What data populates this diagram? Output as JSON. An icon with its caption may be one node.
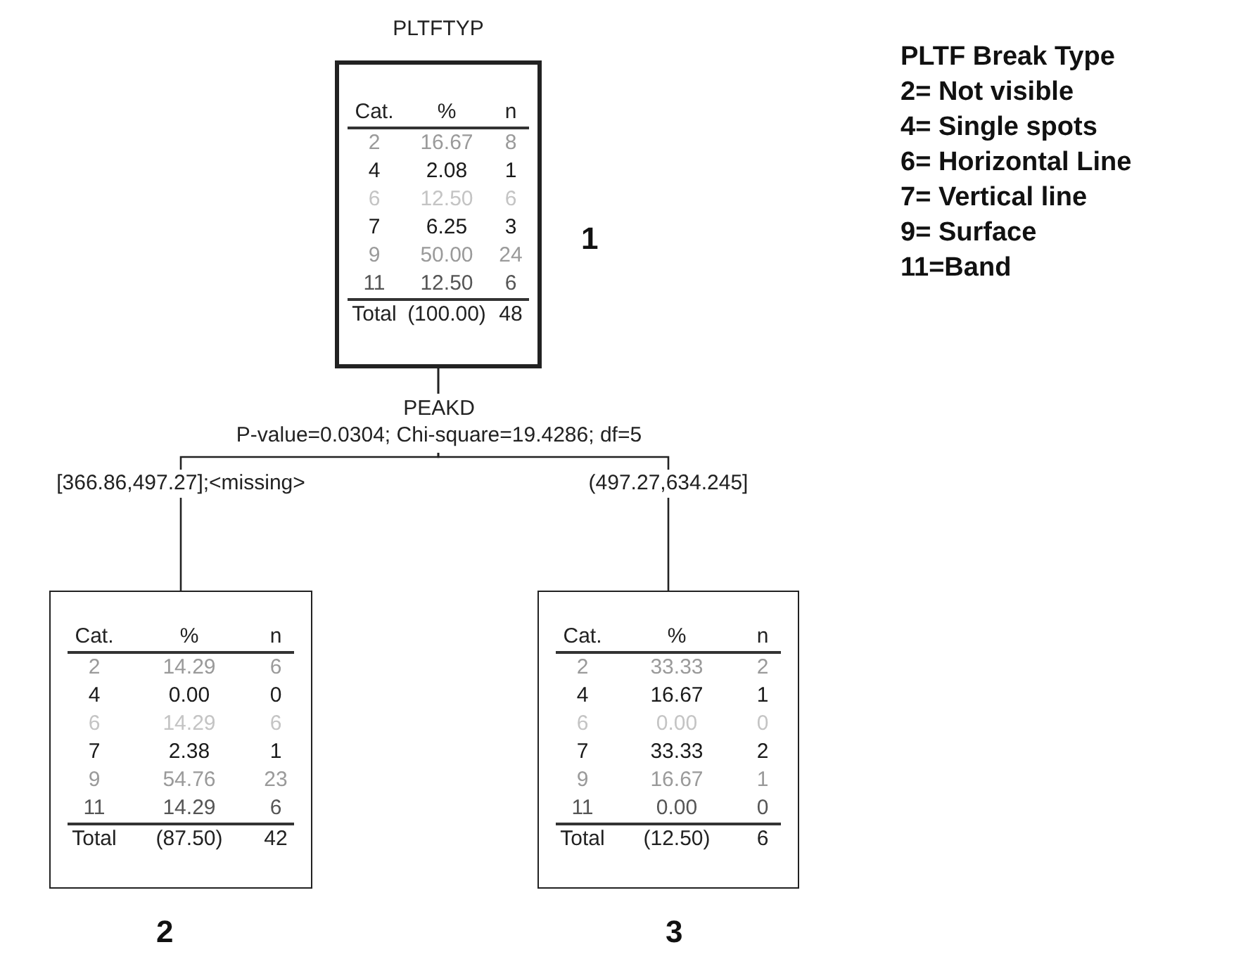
{
  "diagram": {
    "nodes": [
      {
        "text": [
          "PLTFTYP",
          "Cat.",
          "%",
          "n",
          "2",
          "16.67",
          "8",
          "4",
          "2.08",
          "1",
          "6",
          "12.50",
          "6",
          "7",
          "6.25",
          "3",
          "9",
          "50.00",
          "24",
          "11",
          "12.50",
          "6",
          "Total",
          "(100.00)",
          "48"
        ],
        "beside": [
          "1"
        ]
      },
      {
        "text": [
          "Cat.",
          "%",
          "n",
          "2",
          "14.29",
          "6",
          "4",
          "0.00",
          "0",
          "6",
          "14.29",
          "6",
          "7",
          "2.38",
          "1",
          "9",
          "54.76",
          "23",
          "11",
          "14.29",
          "6",
          "Total",
          "(87.50)",
          "42"
        ],
        "beside": [
          "2"
        ]
      },
      {
        "text": [
          "Cat.",
          "%",
          "n",
          "2",
          "33.33",
          "2",
          "4",
          "16.67",
          "1",
          "6",
          "0.00",
          "0",
          "7",
          "33.33",
          "2",
          "9",
          "16.67",
          "1",
          "11",
          "0.00",
          "0",
          "Total",
          "(12.50)",
          "6"
        ],
        "beside": [
          "3"
        ]
      }
    ],
    "edges": [
      {
        "from": 0,
        "to": 1,
        "arrow": "none",
        "label": "[366.86,497.27];<missing>"
      },
      {
        "from": 0,
        "to": 2,
        "arrow": "none",
        "label": "(497.27,634.245]"
      }
    ],
    "labels": [
      "PEAKD",
      "P-value=0.0304; Chi-square=19.4286; df=5",
      "PLTF Break Type",
      "2= Not visible",
      "4= Single spots",
      "6= Horizontal Line",
      "7= Vertical line",
      "9= Surface",
      "11=Band"
    ]
  }
}
